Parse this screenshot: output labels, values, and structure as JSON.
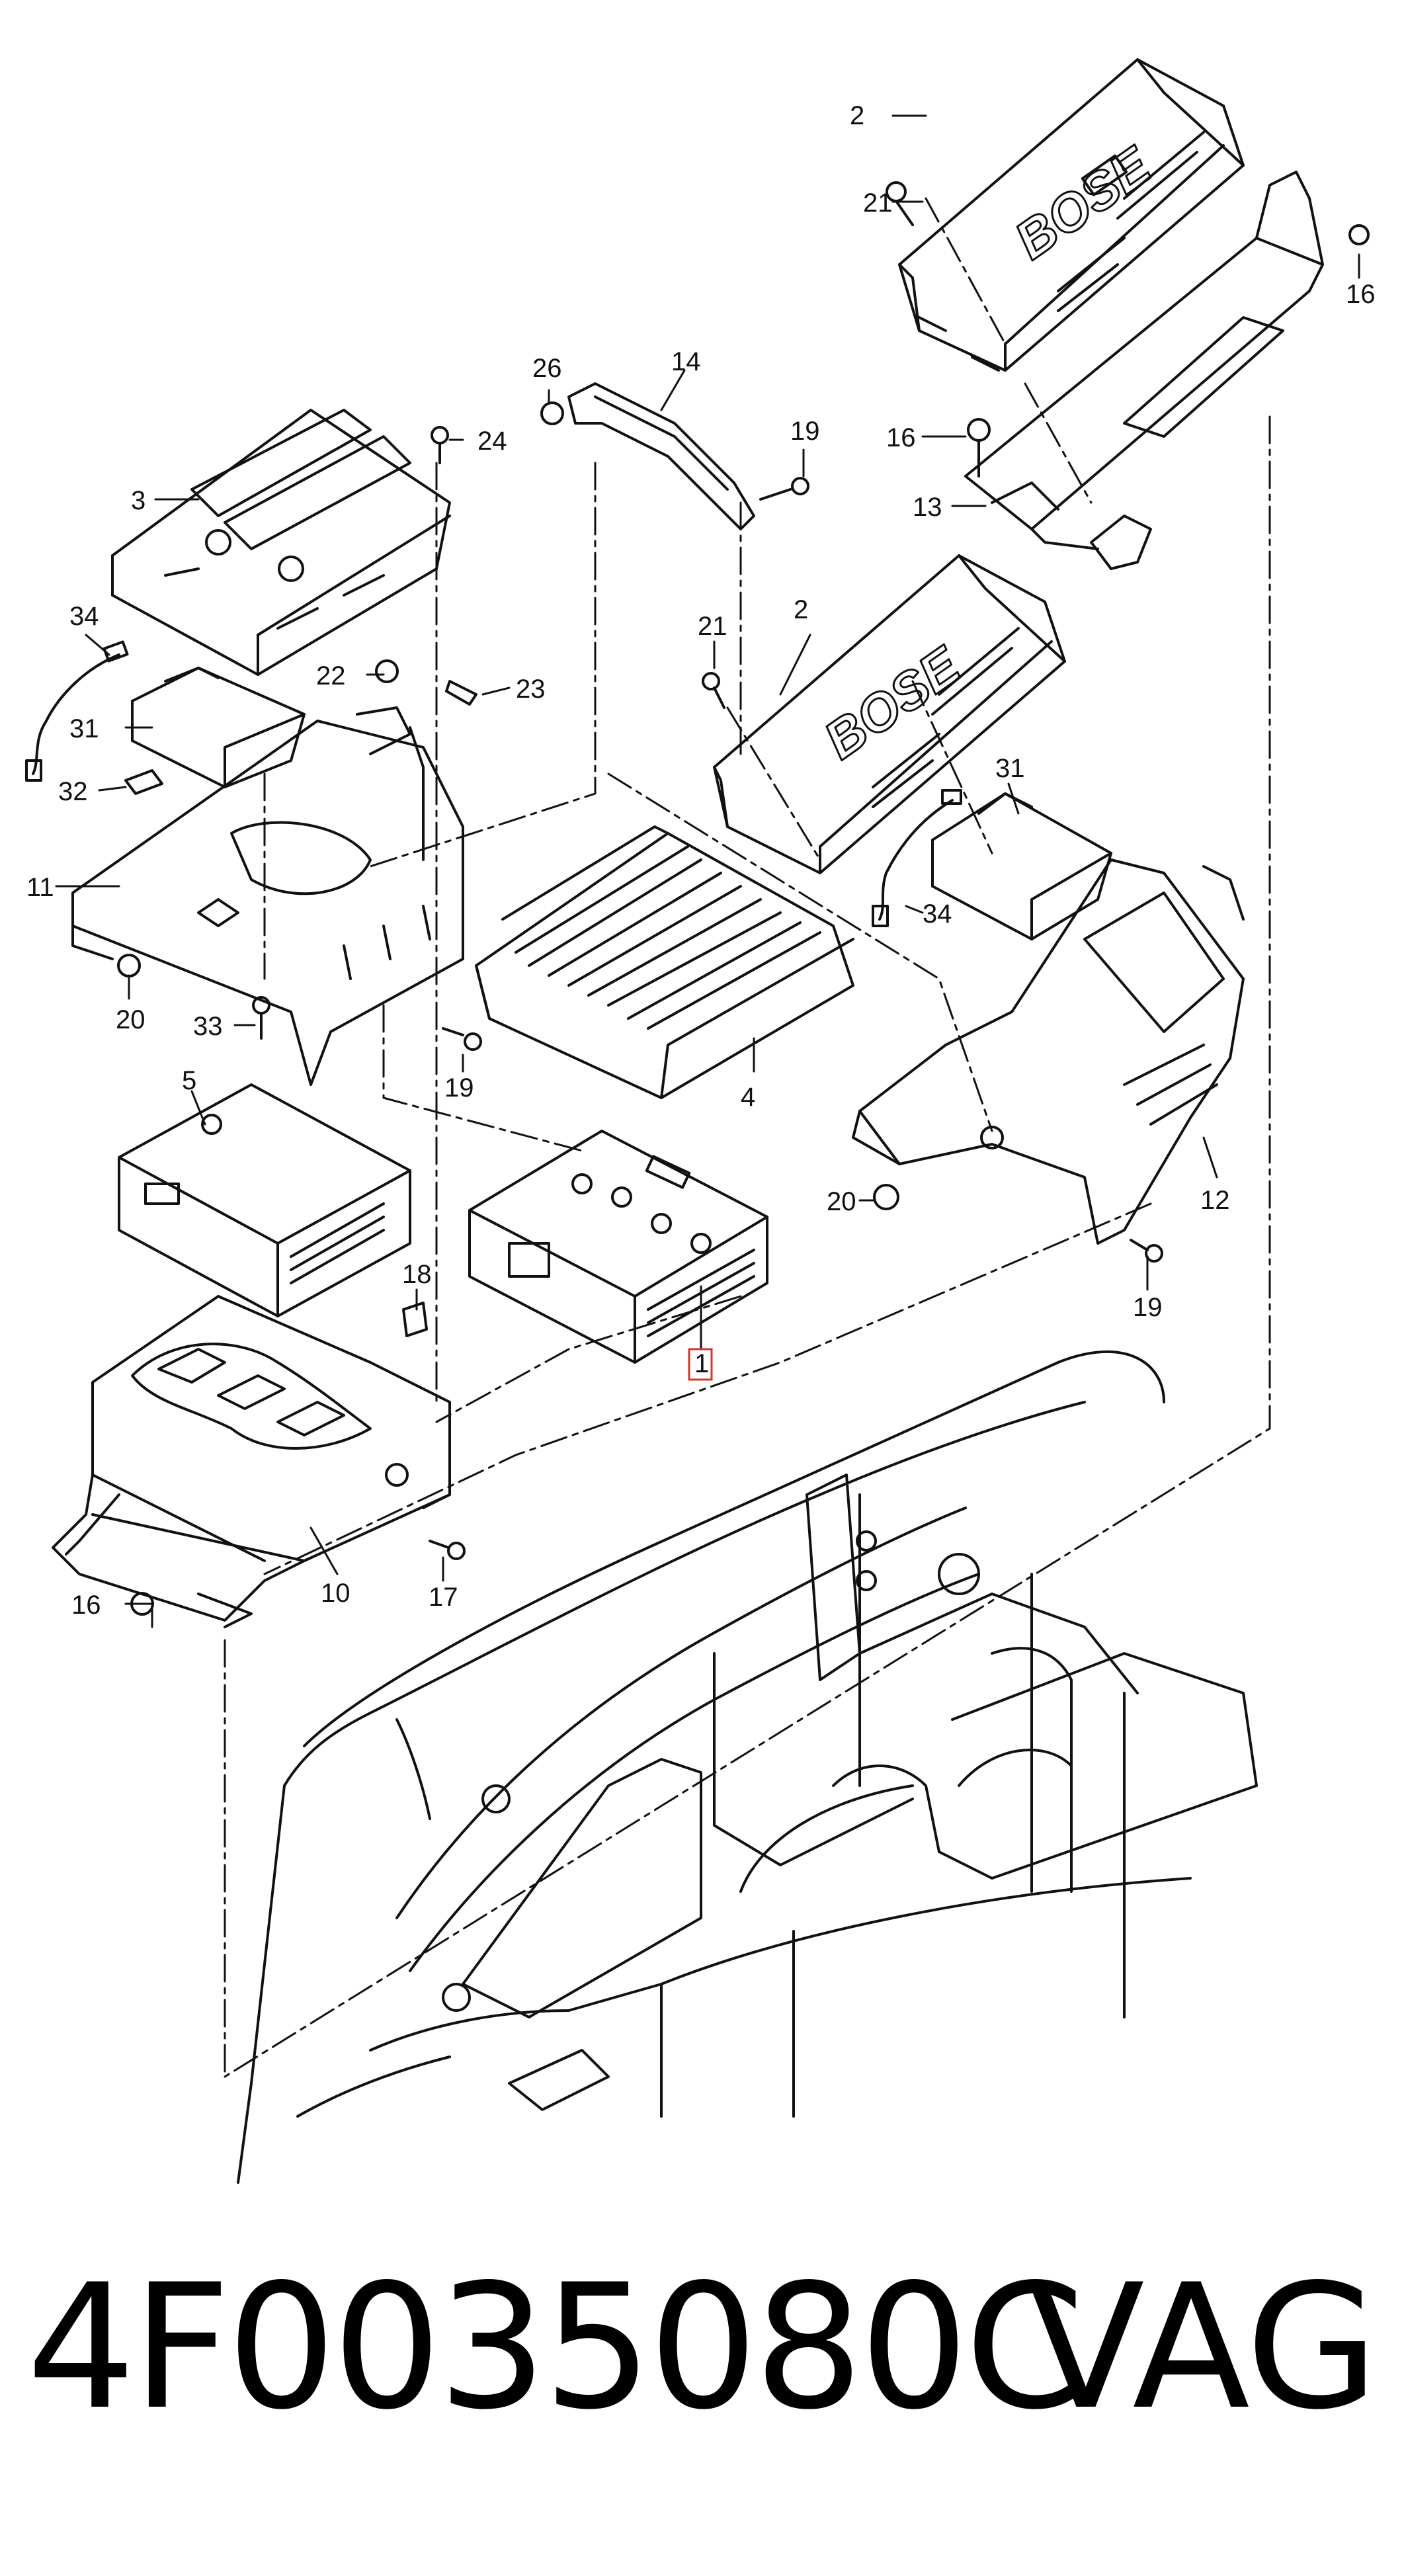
{
  "diagram": {
    "callouts": [
      {
        "id": "c1",
        "label": "1"
      },
      {
        "id": "c2a",
        "label": "2"
      },
      {
        "id": "c2b",
        "label": "2"
      },
      {
        "id": "c3",
        "label": "3"
      },
      {
        "id": "c4",
        "label": "4"
      },
      {
        "id": "c5",
        "label": "5"
      },
      {
        "id": "c10",
        "label": "10"
      },
      {
        "id": "c11",
        "label": "11"
      },
      {
        "id": "c12",
        "label": "12"
      },
      {
        "id": "c13",
        "label": "13"
      },
      {
        "id": "c14",
        "label": "14"
      },
      {
        "id": "c16a",
        "label": "16"
      },
      {
        "id": "c16b",
        "label": "16"
      },
      {
        "id": "c16c",
        "label": "16"
      },
      {
        "id": "c17",
        "label": "17"
      },
      {
        "id": "c18",
        "label": "18"
      },
      {
        "id": "c19a",
        "label": "19"
      },
      {
        "id": "c19b",
        "label": "19"
      },
      {
        "id": "c19c",
        "label": "19"
      },
      {
        "id": "c20a",
        "label": "20"
      },
      {
        "id": "c20b",
        "label": "20"
      },
      {
        "id": "c21a",
        "label": "21"
      },
      {
        "id": "c21b",
        "label": "21"
      },
      {
        "id": "c22",
        "label": "22"
      },
      {
        "id": "c23",
        "label": "23"
      },
      {
        "id": "c24",
        "label": "24"
      },
      {
        "id": "c26",
        "label": "26"
      },
      {
        "id": "c31a",
        "label": "31"
      },
      {
        "id": "c31b",
        "label": "31"
      },
      {
        "id": "c32",
        "label": "32"
      },
      {
        "id": "c33",
        "label": "33"
      },
      {
        "id": "c34a",
        "label": "34"
      },
      {
        "id": "c34b",
        "label": "34"
      }
    ],
    "highlighted_callout": "1",
    "logo_text": "BOSE"
  },
  "footer": {
    "part_number": "4F0035080C",
    "brand": "VAG"
  }
}
